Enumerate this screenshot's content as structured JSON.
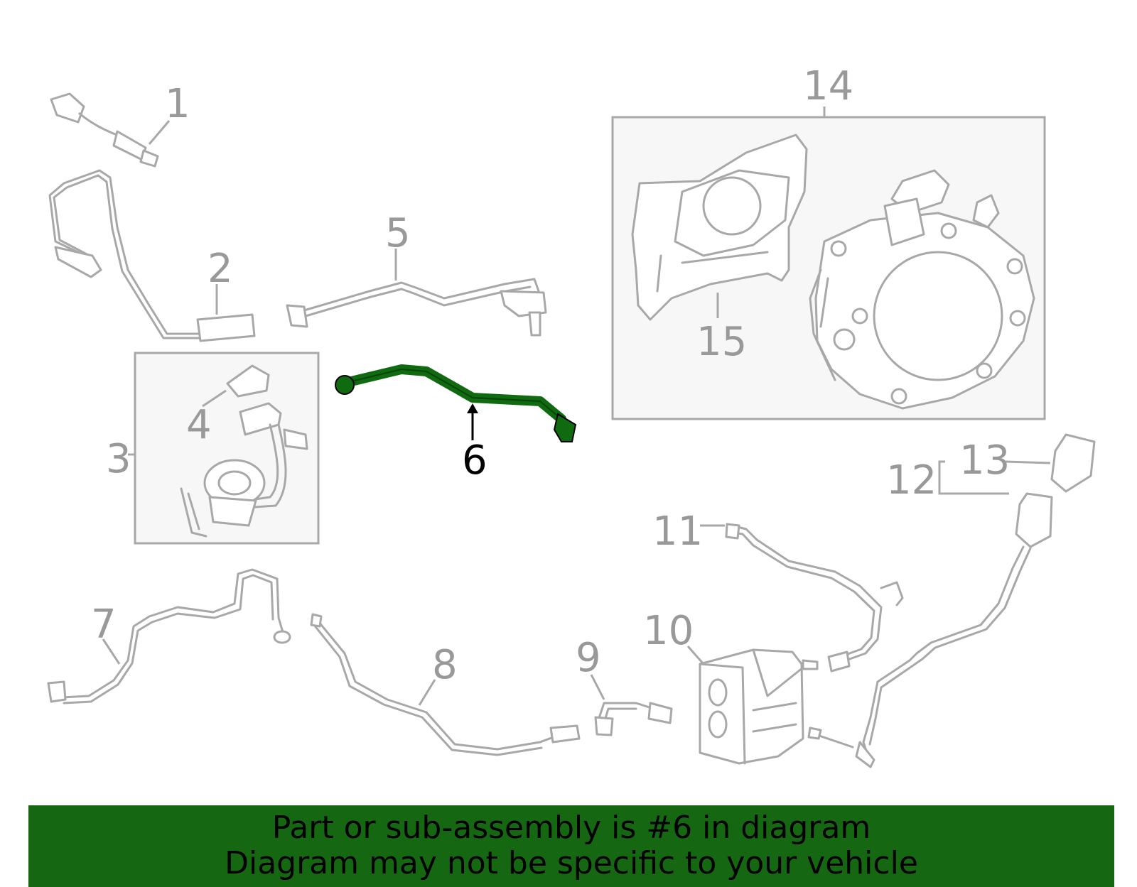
{
  "diagram": {
    "callouts": [
      {
        "id": "1",
        "label": "1"
      },
      {
        "id": "2",
        "label": "2"
      },
      {
        "id": "3",
        "label": "3"
      },
      {
        "id": "4",
        "label": "4"
      },
      {
        "id": "5",
        "label": "5"
      },
      {
        "id": "6",
        "label": "6"
      },
      {
        "id": "7",
        "label": "7"
      },
      {
        "id": "8",
        "label": "8"
      },
      {
        "id": "9",
        "label": "9"
      },
      {
        "id": "10",
        "label": "10"
      },
      {
        "id": "11",
        "label": "11"
      },
      {
        "id": "12",
        "label": "12"
      },
      {
        "id": "13",
        "label": "13"
      },
      {
        "id": "14",
        "label": "14"
      },
      {
        "id": "15",
        "label": "15"
      }
    ],
    "highlighted_part": "6",
    "colors": {
      "highlight_part": "#0f6a10",
      "line_art": "#a8a8a8",
      "callout_text": "#999999",
      "highlight_callout": "#000000",
      "banner_bg": "#156711"
    }
  },
  "banner": {
    "line1": "Part or sub-assembly is #6 in diagram",
    "line2": "Diagram may not be specific to your vehicle"
  }
}
